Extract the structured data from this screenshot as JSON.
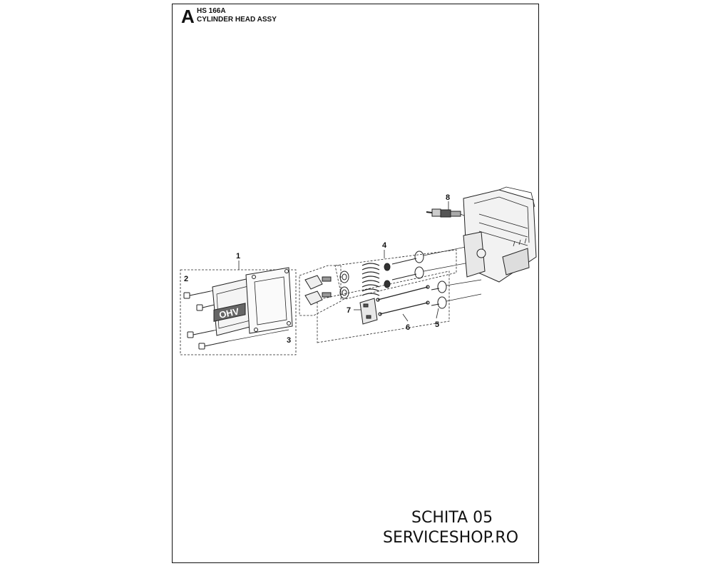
{
  "header": {
    "section_letter": "A",
    "model": "HS 166A",
    "assembly_title": "CYLINDER HEAD ASSY"
  },
  "callouts": [
    "1",
    "2",
    "3",
    "4",
    "5",
    "6",
    "7",
    "8"
  ],
  "cover_emblem": "OHV",
  "footer": {
    "line1": "SCHITA 05",
    "line2": "SERVICESHOP.RO"
  }
}
